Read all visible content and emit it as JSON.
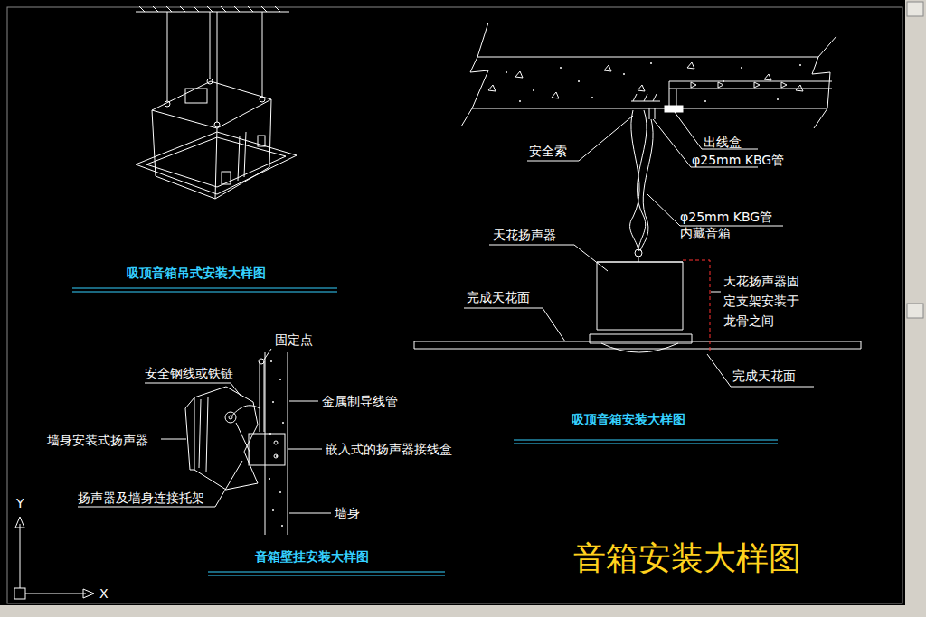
{
  "diagram": {
    "title": "音箱安装大样图",
    "labels": [
      "吸顶音箱吊式安装大样图",
      "安全索",
      "出线盒",
      "φ25mm KBG管",
      "φ25mm KBG管 内藏音箱",
      "天花扬声器",
      "完成天花面",
      "天花扬声器固 定支架安装于 龙骨之间",
      "完成天花面",
      "吸顶音箱安装大样图",
      "固定点",
      "安全钢线或铁链",
      "金属制导线管",
      "墙身安装式扬声器",
      "嵌入式的扬声器接线盒",
      "扬声器及墙身连接托架",
      "墙身",
      "音箱壁挂安装大样图",
      "Y",
      "X"
    ]
  }
}
